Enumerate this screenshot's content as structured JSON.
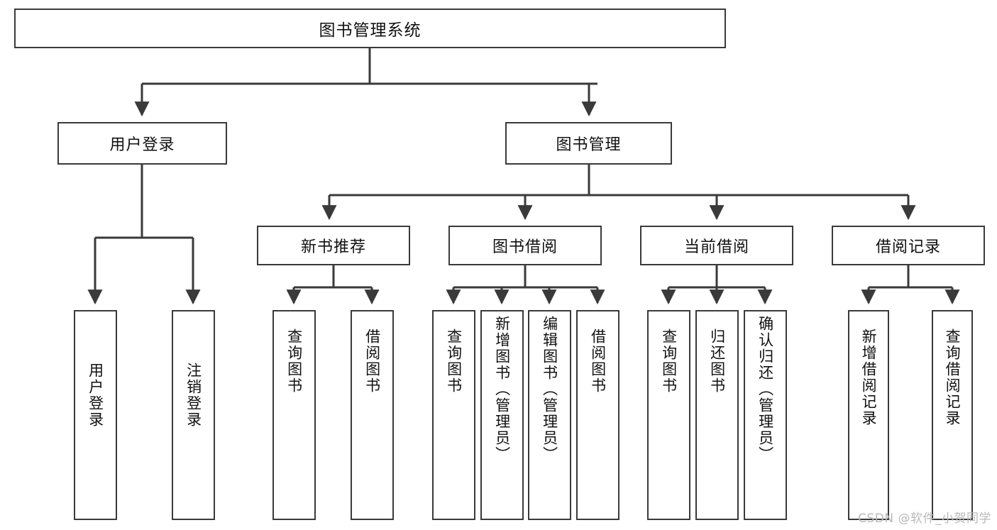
{
  "diagram": {
    "title": "图书管理系统",
    "type": "hierarchy-tree",
    "watermark": "CSDN @软件_小贺同学",
    "colors": {
      "box_border": "#3a3a3a",
      "box_fill": "#ffffff",
      "edge": "#3a3a3a",
      "text": "#111111",
      "watermark": "#b9b9b9",
      "background": "#ffffff"
    },
    "root": {
      "label": "图书管理系统"
    },
    "branches": [
      {
        "id": "user-login",
        "label": "用户登录"
      },
      {
        "id": "book-manage",
        "label": "图书管理"
      }
    ],
    "subbranches": [
      {
        "id": "new-book-recommend",
        "label": "新书推荐",
        "parent": "book-manage"
      },
      {
        "id": "book-borrow",
        "label": "图书借阅",
        "parent": "book-manage"
      },
      {
        "id": "current-borrow",
        "label": "当前借阅",
        "parent": "book-manage"
      },
      {
        "id": "borrow-record",
        "label": "借阅记录",
        "parent": "book-manage"
      }
    ],
    "leaves": {
      "user-login": [
        {
          "id": "leaf-user-login",
          "label": "用户登录"
        },
        {
          "id": "leaf-logout",
          "label": "注销登录"
        }
      ],
      "new-book-recommend": [
        {
          "id": "leaf-query-book-1",
          "label": "查询图书"
        },
        {
          "id": "leaf-borrow-book-1",
          "label": "借阅图书"
        }
      ],
      "book-borrow": [
        {
          "id": "leaf-query-book-2",
          "label": "查询图书"
        },
        {
          "id": "leaf-add-book",
          "label": "新增图书（管理员）"
        },
        {
          "id": "leaf-edit-book",
          "label": "编辑图书（管理员）"
        },
        {
          "id": "leaf-borrow-book-2",
          "label": "借阅图书"
        }
      ],
      "current-borrow": [
        {
          "id": "leaf-query-book-3",
          "label": "查询图书"
        },
        {
          "id": "leaf-return-book",
          "label": "归还图书"
        },
        {
          "id": "leaf-confirm-return",
          "label": "确认归还（管理员）"
        }
      ],
      "borrow-record": [
        {
          "id": "leaf-add-record",
          "label": "新增借阅记录"
        },
        {
          "id": "leaf-query-record",
          "label": "查询借阅记录"
        }
      ]
    }
  }
}
